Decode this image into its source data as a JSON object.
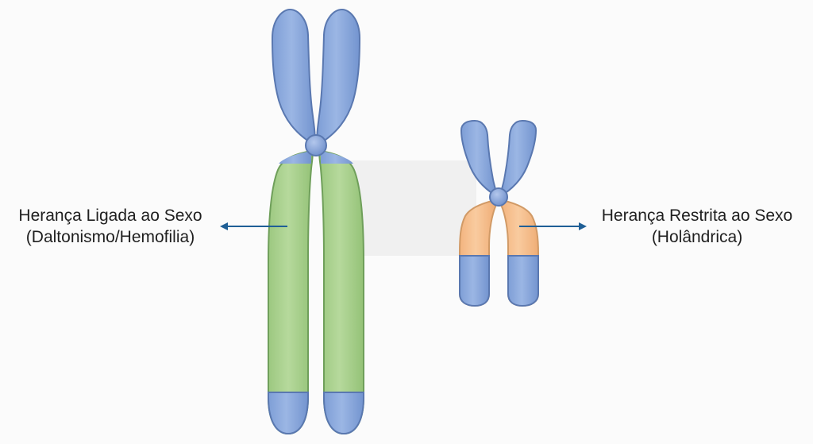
{
  "colors": {
    "background": "#fbfbfb",
    "chromatid_blue": "#8aa8dc",
    "chromatid_blue_dark": "#5a78b0",
    "region_green": "#a9d08e",
    "region_green_dark": "#6f9f5a",
    "region_orange": "#f7c08d",
    "region_orange_dark": "#d19a66",
    "homologous_band": "#eeeeee",
    "arrow": "#1f5f96"
  },
  "labels": {
    "left": {
      "line1": "Herança Ligada ao Sexo",
      "line2": "(Daltonismo/Hemofilia)"
    },
    "right": {
      "line1": "Herança Restrita ao Sexo",
      "line2": "(Holândrica)"
    }
  }
}
